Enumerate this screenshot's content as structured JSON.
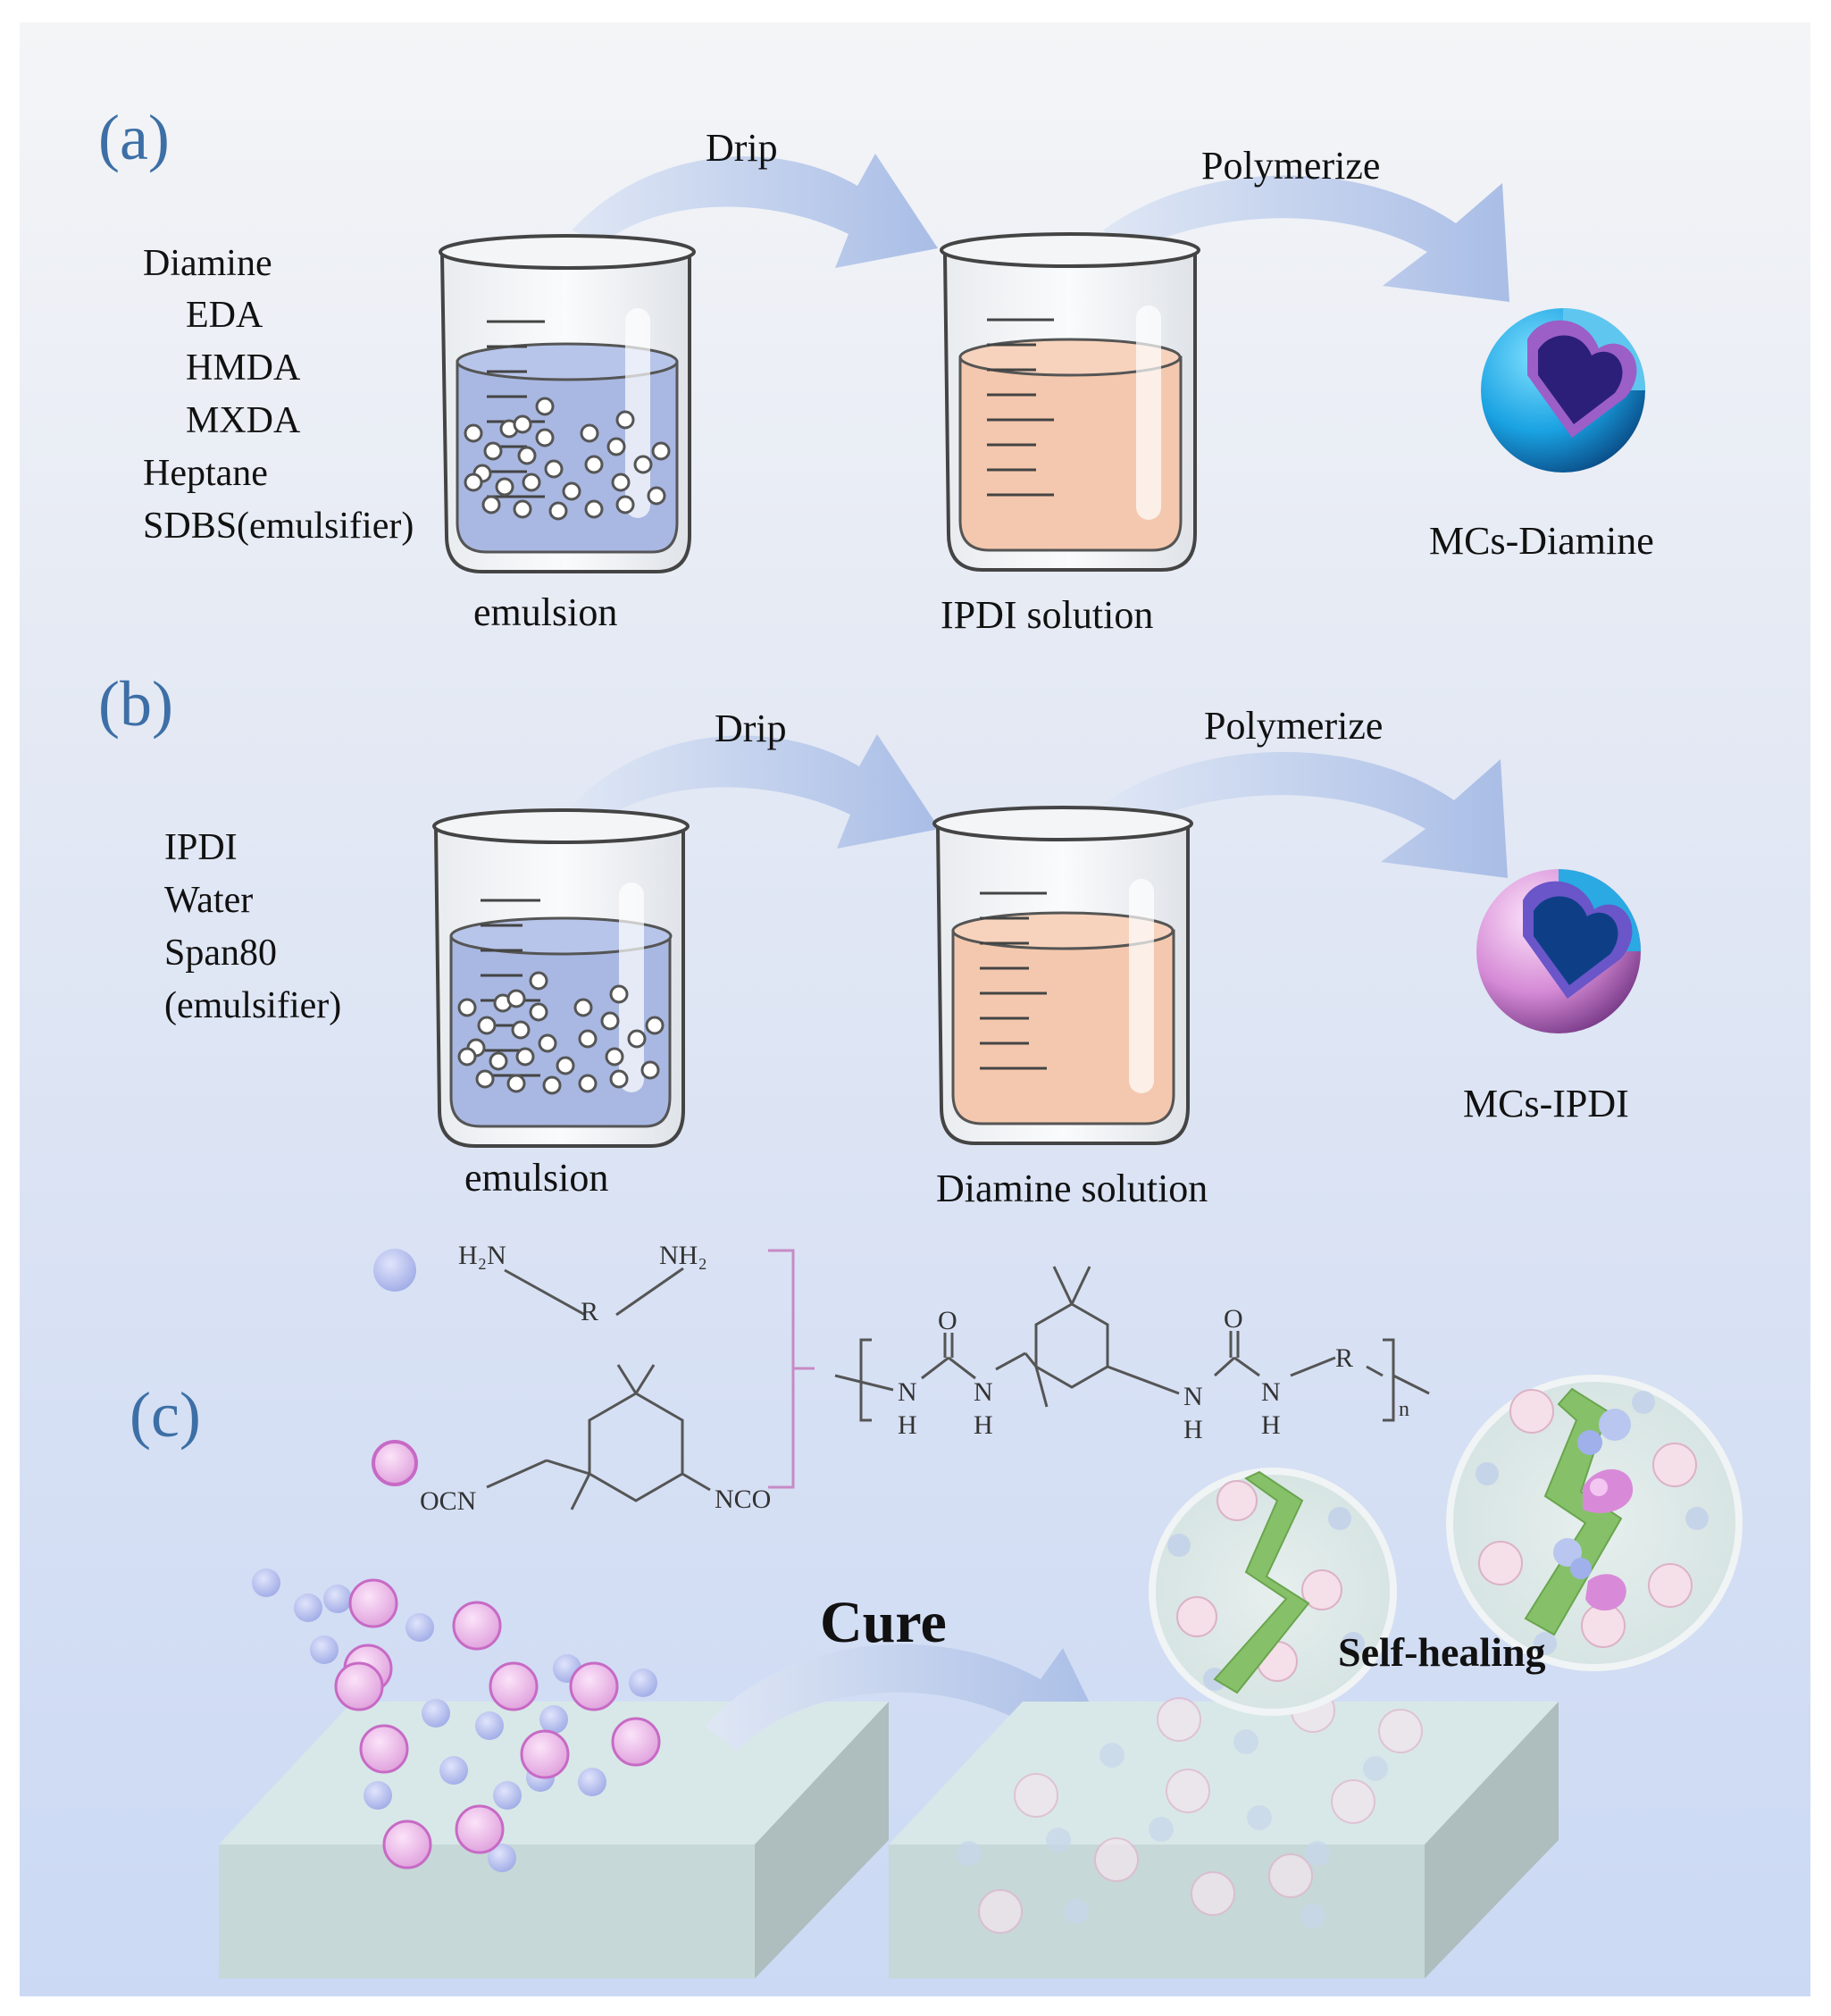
{
  "panels": {
    "a": {
      "label": "(a)",
      "ingredients": [
        "Diamine",
        "EDA",
        "HMDA",
        "MXDA",
        "Heptane",
        "SDBS(emulsifier)"
      ],
      "beaker1_label": "emulsion",
      "beaker2_label": "IPDI solution",
      "arrow1_label": "Drip",
      "arrow2_label": "Polymerize",
      "product_label": "MCs-Diamine"
    },
    "b": {
      "label": "(b)",
      "ingredients": [
        "IPDI",
        "Water",
        "Span80",
        "(emulsifier)"
      ],
      "beaker1_label": "emulsion",
      "beaker2_label": "Diamine solution",
      "arrow1_label": "Drip",
      "arrow2_label": "Polymerize",
      "product_label": "MCs-IPDI"
    },
    "c": {
      "label": "(c)",
      "diamine": {
        "left_group": "H₂N",
        "right_group": "NH₂",
        "r_group": "R"
      },
      "ipdi": {
        "left_group": "OCN",
        "right_group": "NCO"
      },
      "polyurea": {
        "carbonyl_o": "O",
        "nh_n": "N",
        "nh_h": "H",
        "r_group": "R",
        "repeat_subscript": "n"
      },
      "cure_label": "Cure",
      "self_healing_label": "Self-healing"
    }
  },
  "colors": {
    "background_top": "#f3f4f6",
    "background_bottom": "#ccdaf3",
    "panel_label": "#3d6fa6",
    "emulsion_liquid": "#a9b8e2",
    "solution_liquid": "#f4c8ae",
    "arrow": "#b4c5e8",
    "diamine_sphere": "#aab6ea",
    "ipdi_sphere": "#e4a6e0",
    "crack": "#86c169",
    "coating": "#d6e7e7",
    "structure_lines": "#555555"
  }
}
